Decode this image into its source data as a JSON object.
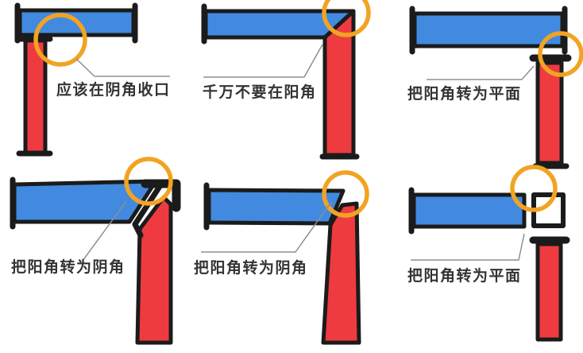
{
  "background": "#ffffff",
  "colors": {
    "tile_blue": "#418ADF",
    "tile_red": "#EE3B40",
    "outline_black": "#1B1B1B",
    "highlight_orange": "#F2A322",
    "leader_gray": "#8F8F8F",
    "caption_text": "#333333"
  },
  "icons": {
    "highlight": "orange-ring-circle"
  },
  "panels": [
    {
      "position": "top-left",
      "caption": "应该在阴角收口"
    },
    {
      "position": "top-middle",
      "caption": "千万不要在阳角"
    },
    {
      "position": "top-right",
      "caption": "把阳角转为平面"
    },
    {
      "position": "bottom-left",
      "caption": "把阳角转为阴角"
    },
    {
      "position": "bottom-middle",
      "caption": "把阳角转为阴角"
    },
    {
      "position": "bottom-right",
      "caption": "把阳角转为平面"
    }
  ]
}
